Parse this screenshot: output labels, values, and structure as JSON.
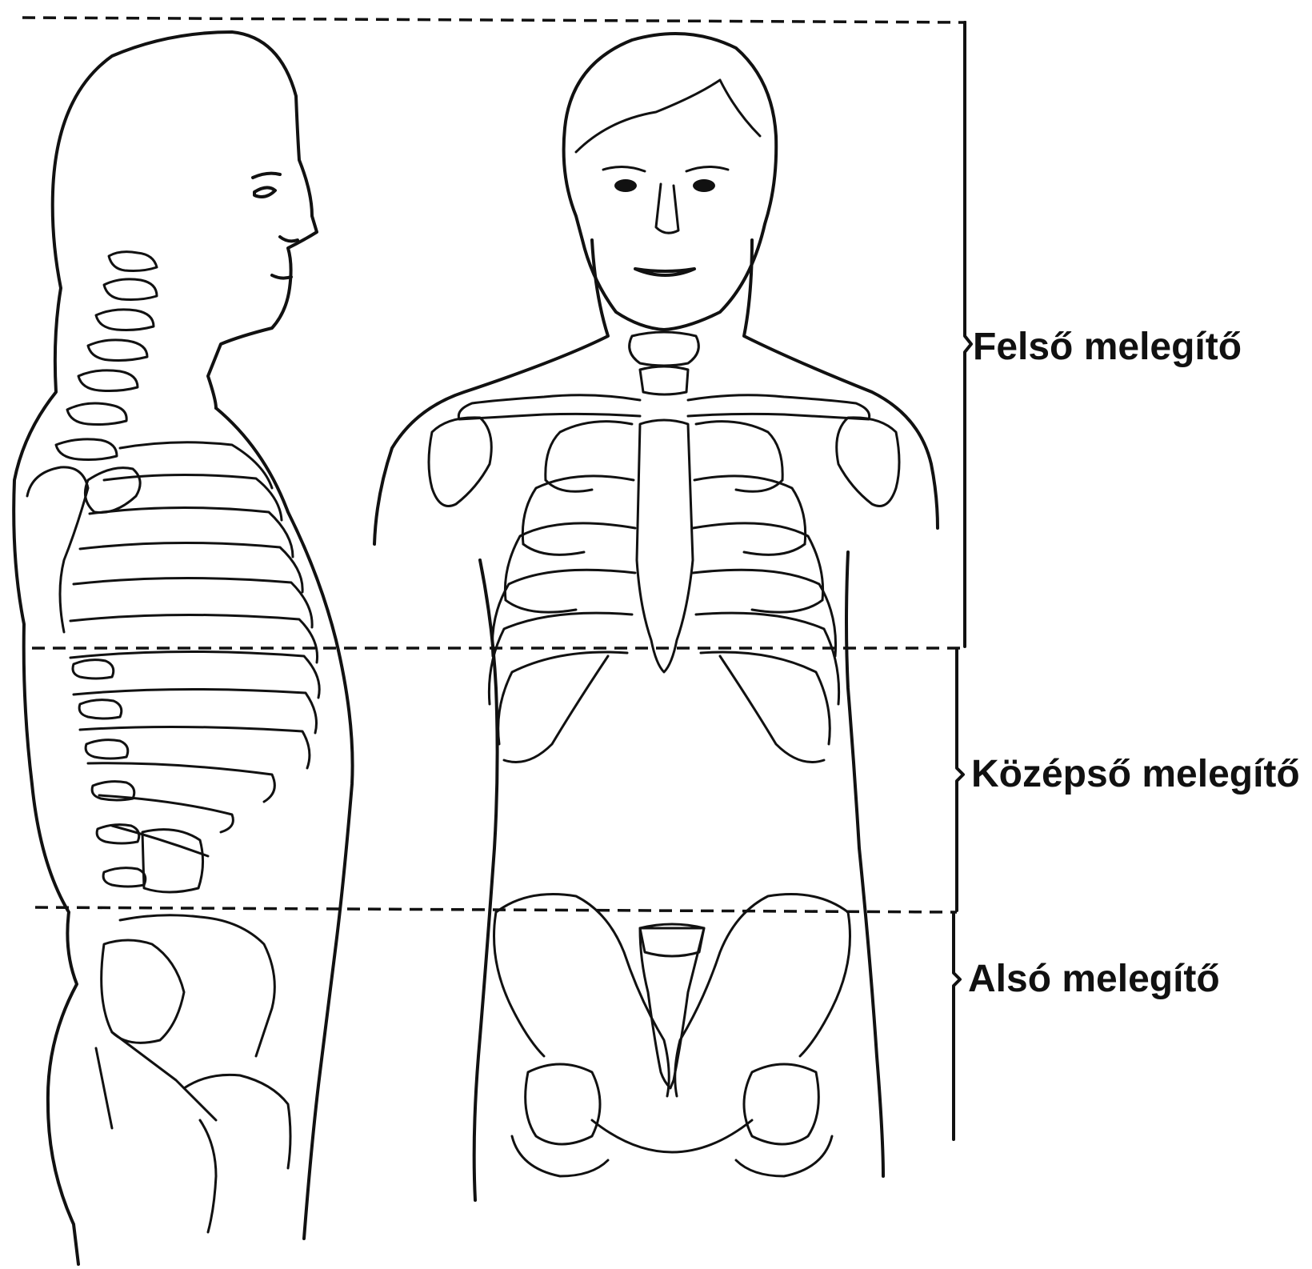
{
  "labels": {
    "upper": "Felső melegítő",
    "middle": "Középső melegítő",
    "lower": "Alsó melegítő"
  },
  "colors": {
    "ink": "#111111",
    "background": "#ffffff"
  }
}
